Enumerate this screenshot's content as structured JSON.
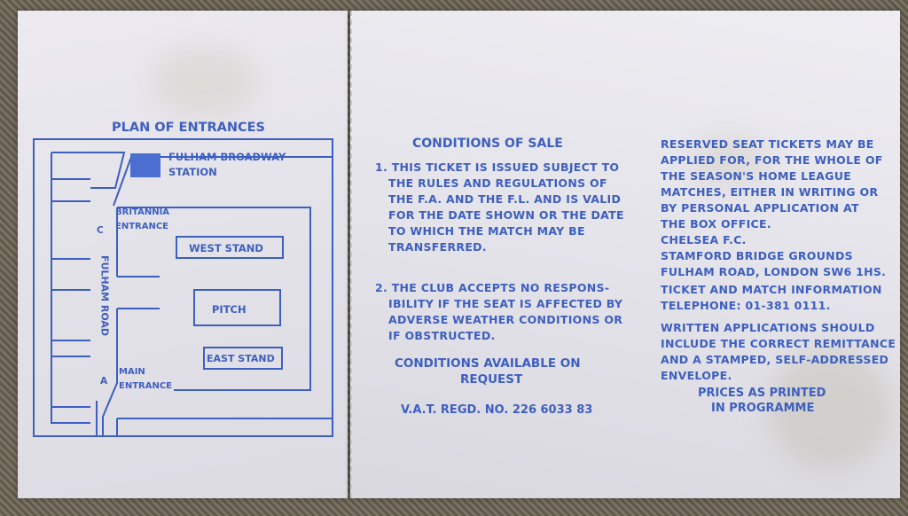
{
  "plan": {
    "title": "PLAN OF ENTRANCES",
    "station_line1": "FULHAM BROADWAY",
    "station_line2": "STATION",
    "gate_c": "C",
    "britannia_line1": "BRITANNIA",
    "britannia_line2": "ENTRANCE",
    "road": "FULHAM ROAD",
    "west_stand": "WEST STAND",
    "pitch": "PITCH",
    "east_stand": "EAST STAND",
    "gate_a": "A",
    "main_line1": "MAIN",
    "main_line2": "ENTRANCE"
  },
  "conditions": {
    "title": "CONDITIONS OF SALE",
    "item1": [
      "1. THIS TICKET IS ISSUED SUBJECT TO",
      "THE RULES AND REGULATIONS OF",
      "THE F.A. AND THE F.L. AND IS VALID",
      "FOR THE DATE SHOWN OR THE DATE",
      "TO WHICH THE MATCH MAY BE",
      "TRANSFERRED."
    ],
    "item2": [
      "2. THE CLUB ACCEPTS NO RESPONS-",
      "IBILITY IF THE SEAT IS AFFECTED BY",
      "ADVERSE WEATHER CONDITIONS OR",
      "IF OBSTRUCTED."
    ],
    "available_line1": "CONDITIONS AVAILABLE ON",
    "available_line2": "REQUEST",
    "vat": "V.A.T. REGD. NO. 226 6033 83"
  },
  "info": {
    "reserved": [
      "RESERVED SEAT TICKETS MAY BE",
      "APPLIED FOR, FOR THE WHOLE OF",
      "THE SEASON'S HOME LEAGUE",
      "MATCHES, EITHER IN WRITING OR",
      "BY PERSONAL APPLICATION AT",
      "THE BOX OFFICE."
    ],
    "address": [
      "CHELSEA F.C.",
      "STAMFORD BRIDGE GROUNDS",
      "FULHAM ROAD, LONDON SW6 1HS."
    ],
    "telephone": [
      "TICKET AND MATCH INFORMATION",
      "TELEPHONE: 01-381 0111."
    ],
    "written": [
      "WRITTEN APPLICATIONS SHOULD",
      "INCLUDE THE CORRECT REMITTANCE",
      "AND A STAMPED, SELF-ADDRESSED",
      "ENVELOPE."
    ],
    "prices_line1": "PRICES AS PRINTED",
    "prices_line2": "IN PROGRAMME"
  },
  "colors": {
    "ink": "#3d5fbf",
    "paper": "#e4e3ea"
  }
}
